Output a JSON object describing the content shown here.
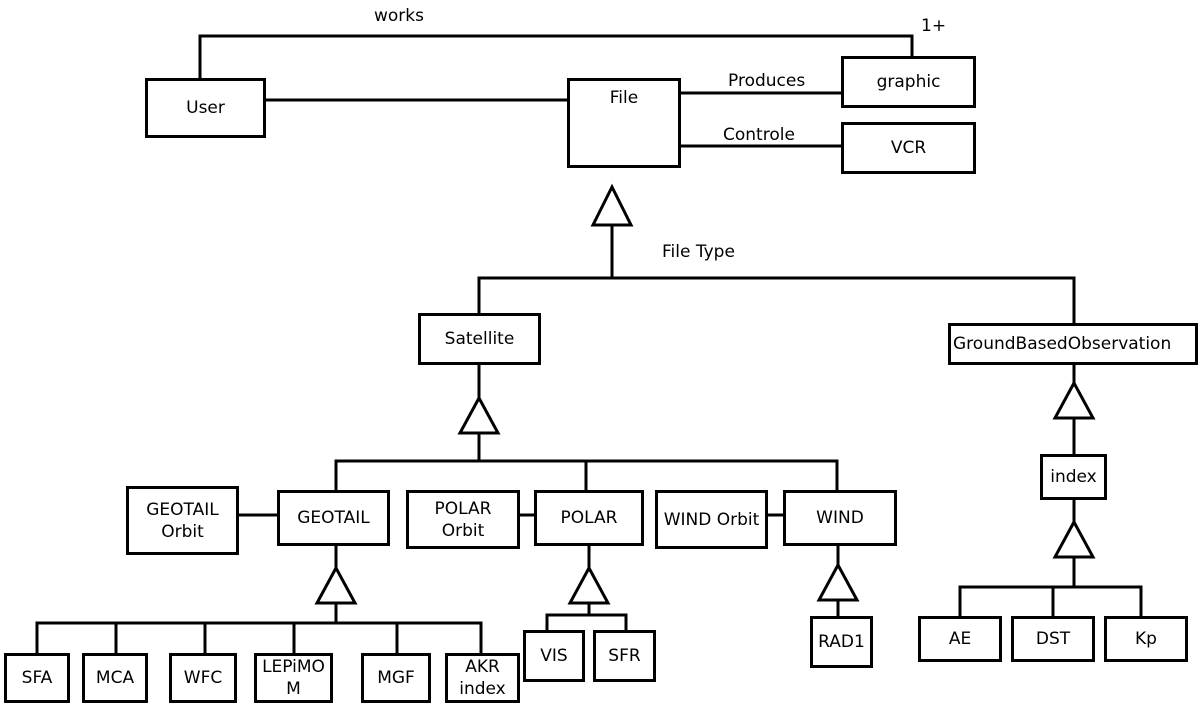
{
  "labels": {
    "works": "works",
    "works_mult": "1+",
    "produces": "Produces",
    "controle": "Controle",
    "file_type": "File Type"
  },
  "nodes": {
    "user": "User",
    "file": "File",
    "graphic": "graphic",
    "vcr": "VCR",
    "satellite": "Satellite",
    "ground": "GroundBasedObservation",
    "index": "index",
    "geotail_orbit": "GEOTAIL\nOrbit",
    "geotail": "GEOTAIL",
    "polar_orbit": "POLAR\nOrbit",
    "polar": "POLAR",
    "wind_orbit": "WIND Orbit",
    "wind": "WIND",
    "sfa": "SFA",
    "mca": "MCA",
    "wfc": "WFC",
    "lepimom": "LEPiMO\nM",
    "mgf": "MGF",
    "akr": "AKR\nindex",
    "vis": "VIS",
    "sfr": "SFR",
    "rad1": "RAD1",
    "ae": "AE",
    "dst": "DST",
    "kp": "Kp"
  }
}
